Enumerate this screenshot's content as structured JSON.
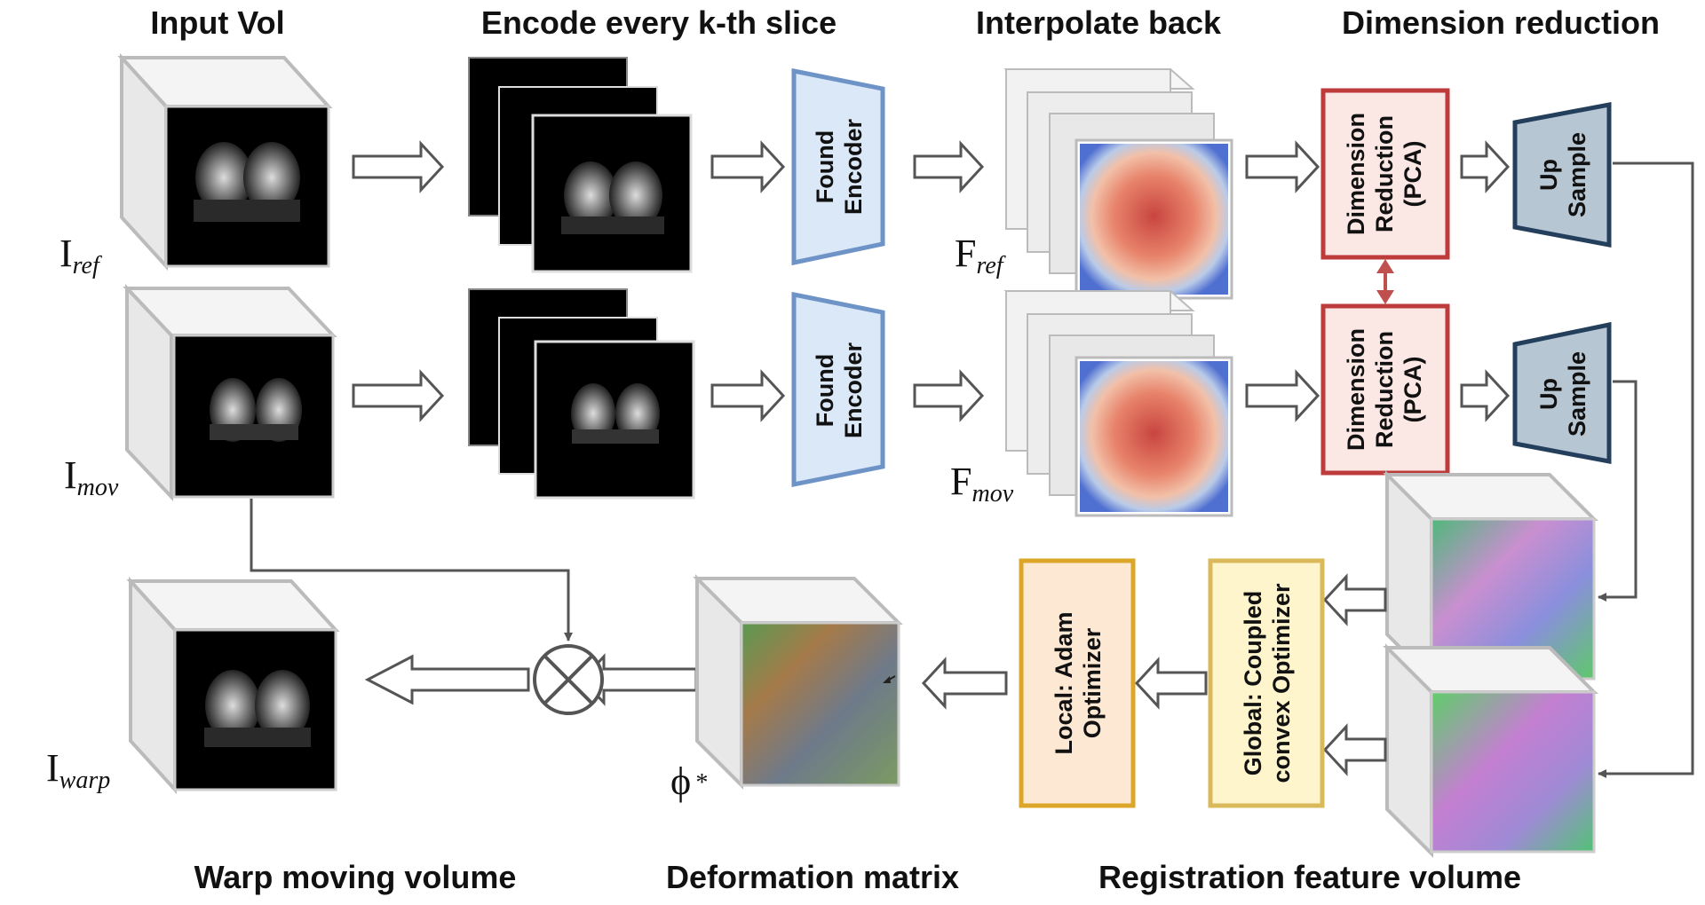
{
  "headings": {
    "input_vol": "Input Vol",
    "encode": "Encode every k-th slice",
    "interpolate": "Interpolate back",
    "dim_reduction": "Dimension reduction",
    "warp": "Warp moving volume",
    "deformation": "Deformation matrix",
    "registration": "Registration feature volume"
  },
  "symbols": {
    "ref": {
      "base": "I",
      "sub": "ref"
    },
    "mov": {
      "base": "I",
      "sub": "mov"
    },
    "warp": {
      "base": "I",
      "sub": "warp"
    },
    "fref": {
      "base": "F",
      "sub": "ref"
    },
    "fmov": {
      "base": "F",
      "sub": "mov"
    },
    "phi": {
      "base": "ϕ",
      "sub": "*"
    }
  },
  "blocks": {
    "encoder_top": [
      "Found",
      "Encoder"
    ],
    "encoder_bottom": [
      "Found",
      "Encoder"
    ],
    "pca_top": [
      "Dimension",
      "Reduction",
      "(PCA)"
    ],
    "pca_bottom": [
      "Dimension",
      "Reduction",
      "(PCA)"
    ],
    "upsample_top": [
      "Up",
      "Sample"
    ],
    "upsample_bottom": [
      "Up",
      "Sample"
    ],
    "global_opt": [
      "Global: Coupled",
      "convex Optimizer"
    ],
    "local_opt": [
      "Local: Adam",
      "Optimizer"
    ]
  },
  "colors": {
    "encoder_fill": "#dbe8f8",
    "encoder_stroke": "#6d93c7",
    "pca_fill": "#fbe7e4",
    "pca_stroke": "#bd3b3b",
    "upsample_fill": "#b7c6d3",
    "upsample_stroke": "#233f5c",
    "global_fill": "#fff5cc",
    "global_stroke": "#d9b95a",
    "local_fill": "#fde8d3",
    "local_stroke": "#dca628",
    "pca_link": "#c0504d"
  }
}
